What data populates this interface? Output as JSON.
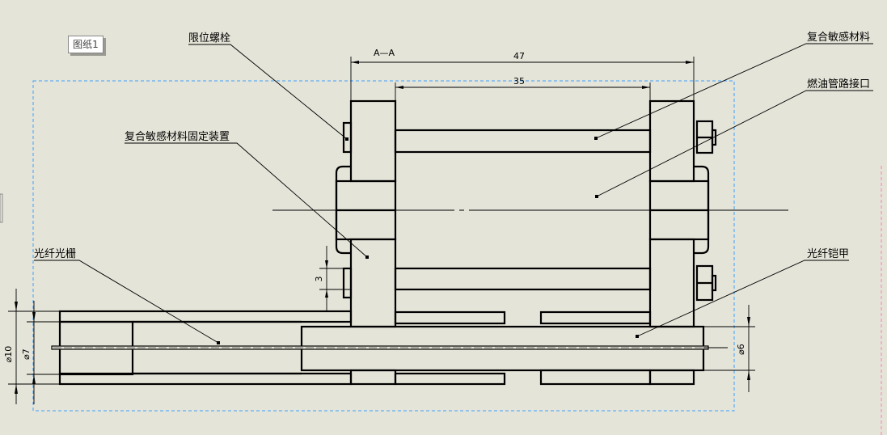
{
  "sheet_tab": "图纸1",
  "section_label": "A—A",
  "dimensions": {
    "overall_length": "47",
    "inner_length": "35",
    "hub_offset": "3",
    "outer_dia": "⌀10",
    "inner_dia": "⌀7",
    "armor_dia": "⌀6"
  },
  "callouts": {
    "limit_bolt": "限位螺栓",
    "fixture": "复合敏感材料固定装置",
    "sensitive_material": "复合敏感材料",
    "fuel_port": "燃油管路接口",
    "fbg": "光纤光栅",
    "fiber_armor": "光纤铠甲"
  },
  "colors": {
    "background": "#e5e4d9",
    "view_boundary": "#3aa0ff",
    "sheet_boundary": "#ff7fb0"
  }
}
